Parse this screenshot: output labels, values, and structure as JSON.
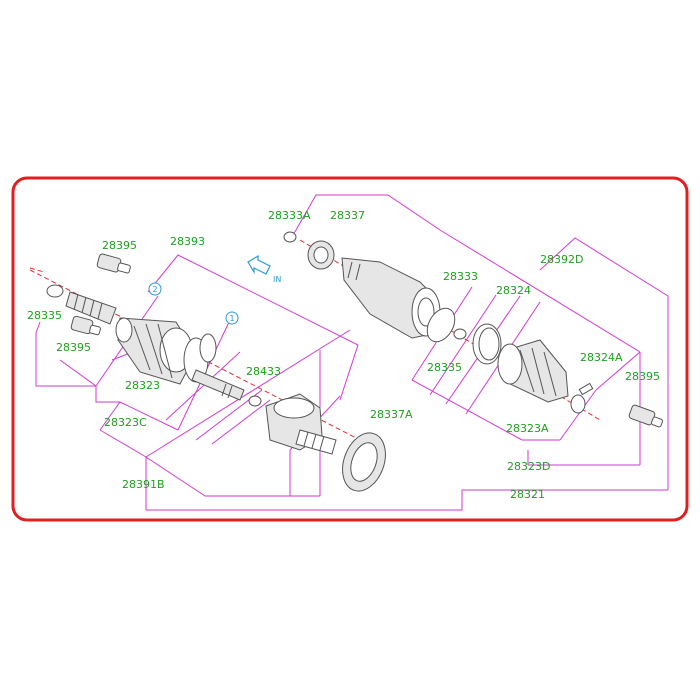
{
  "frame": {
    "border_color": "#e02020",
    "line_color": "#d23ad2",
    "label_color": "#1e9f1e",
    "accent_color": "#2a9ad8"
  },
  "direction_marker": {
    "text": "IN",
    "icon": "arrow-in-icon"
  },
  "callouts": {
    "c1": "1",
    "c2": "2"
  },
  "parts": {
    "p28333A": "28333A",
    "p28337": "28337",
    "p28395_top": "28395",
    "p28393": "28393",
    "p28335_left": "28335",
    "p28395_left": "28395",
    "p28323": "28323",
    "p28323C": "28323C",
    "p28433": "28433",
    "p28337A": "28337A",
    "p28391B": "28391B",
    "p28333": "28333",
    "p28324": "28324",
    "p28392D": "28392D",
    "p28335_right": "28335",
    "p28324A": "28324A",
    "p28395_right": "28395",
    "p28323A": "28323A",
    "p28323D": "28323D",
    "p28321": "28321"
  }
}
